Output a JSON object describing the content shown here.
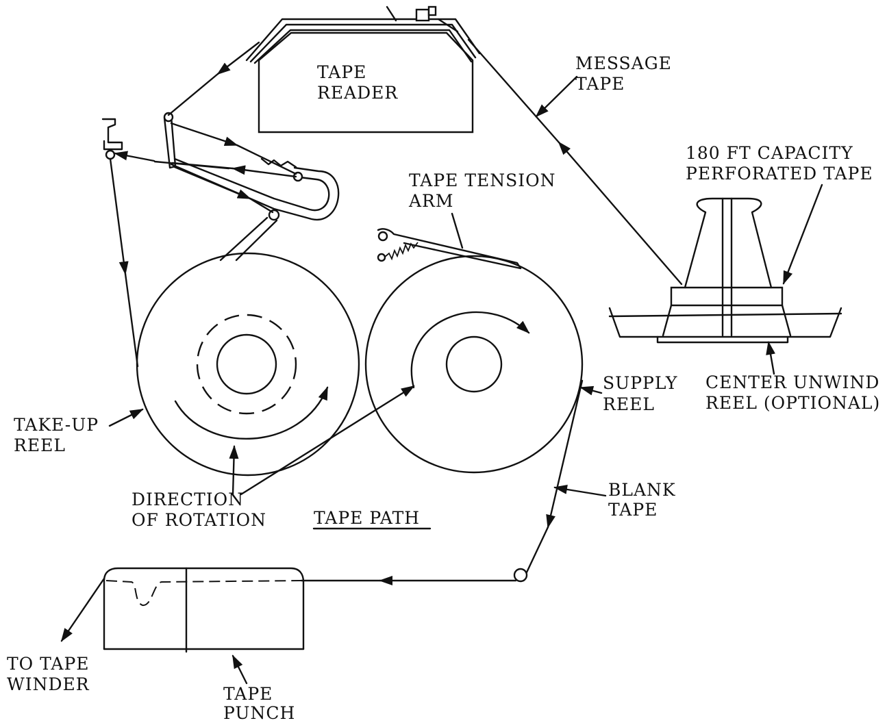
{
  "labels": {
    "tape_reader_1": "TAPE",
    "tape_reader_2": "READER",
    "message_tape_1": "MESSAGE",
    "message_tape_2": "TAPE",
    "capacity_1": "180 FT CAPACITY",
    "capacity_2": "PERFORATED TAPE",
    "tension_arm_1": "TAPE TENSION",
    "tension_arm_2": "ARM",
    "supply_reel_1": "SUPPLY",
    "supply_reel_2": "REEL",
    "center_unwind_1": "CENTER UNWIND",
    "center_unwind_2": "REEL (OPTIONAL)",
    "takeup_reel_1": "TAKE-UP",
    "takeup_reel_2": "REEL",
    "blank_tape_1": "BLANK",
    "blank_tape_2": "TAPE",
    "direction_1": "DIRECTION",
    "direction_2": "OF ROTATION",
    "tape_path": "TAPE PATH",
    "to_winder_1": "TO TAPE",
    "to_winder_2": "WINDER",
    "tape_punch_1": "TAPE",
    "tape_punch_2": "PUNCH"
  },
  "colors": {
    "ink": "#111111",
    "paper": "#ffffff"
  }
}
